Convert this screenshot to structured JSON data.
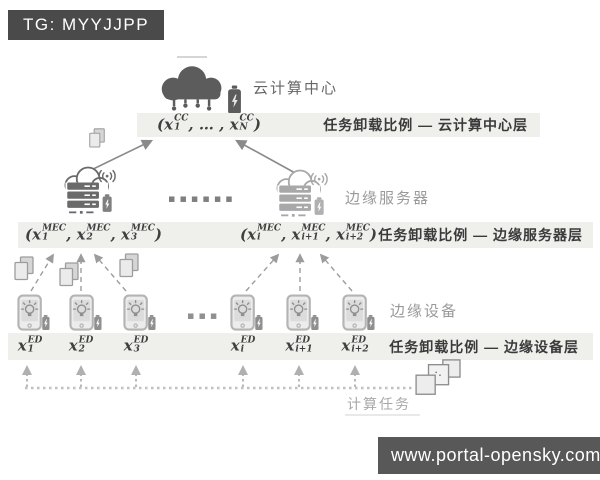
{
  "badges": {
    "tg": "TG: MYYJJPP",
    "site": "www.portal-opensky.com"
  },
  "cloud_layer": {
    "label": "云计算中心",
    "formula": "(x_{1}^{CC}, … , x_{N}^{CC})",
    "caption": "任务卸载比例 — 云计算中心层"
  },
  "server_layer": {
    "label": "边缘服务器",
    "dots": "▪▪▪▪▪▪",
    "formula_left": "(x_{1}^{MEC}, x_{2}^{MEC}, x_{3}^{MEC})",
    "formula_right": "(x_{i}^{MEC}, x_{i+1}^{MEC}, x_{i+2}^{MEC})",
    "caption": "任务卸载比例 — 边缘服务器层"
  },
  "device_layer": {
    "label": "边缘设备",
    "dots": "▪▪▪",
    "formulas": [
      "x_{1}^{ED}",
      "x_{2}^{ED}",
      "x_{3}^{ED}",
      "x_{i}^{ED}",
      "x_{i+1}^{ED}",
      "x_{i+2}^{ED}"
    ],
    "caption": "任务卸载比例 — 边缘设备层"
  },
  "task_layer": {
    "label": "计算任务"
  },
  "icons": {
    "cloud": "cloud-icon",
    "battery": "battery-icon",
    "edge_server": "edge-server-icon",
    "wifi": "wifi-signal-icon",
    "smartphone": "smartphone-icon",
    "lightbulb": "lightbulb-icon",
    "documents": "documents-icon",
    "task_stack": "task-stack-icon",
    "arrow_up": "arrow-up-icon"
  },
  "colors": {
    "bar_background": "#efefec",
    "dark_icon": "#5c5c5c",
    "light_icon": "#a8a8a8",
    "caption_text": "#3a3a3a",
    "gray_label": "#9a9a9a",
    "tg_badge_background": "#4a4a4a",
    "site_badge_background": "#585858",
    "solid_arrow": "#8a8a8a",
    "dashed_arrow": "#9c9c9c",
    "dotted_arrow": "#b8b8b8"
  }
}
